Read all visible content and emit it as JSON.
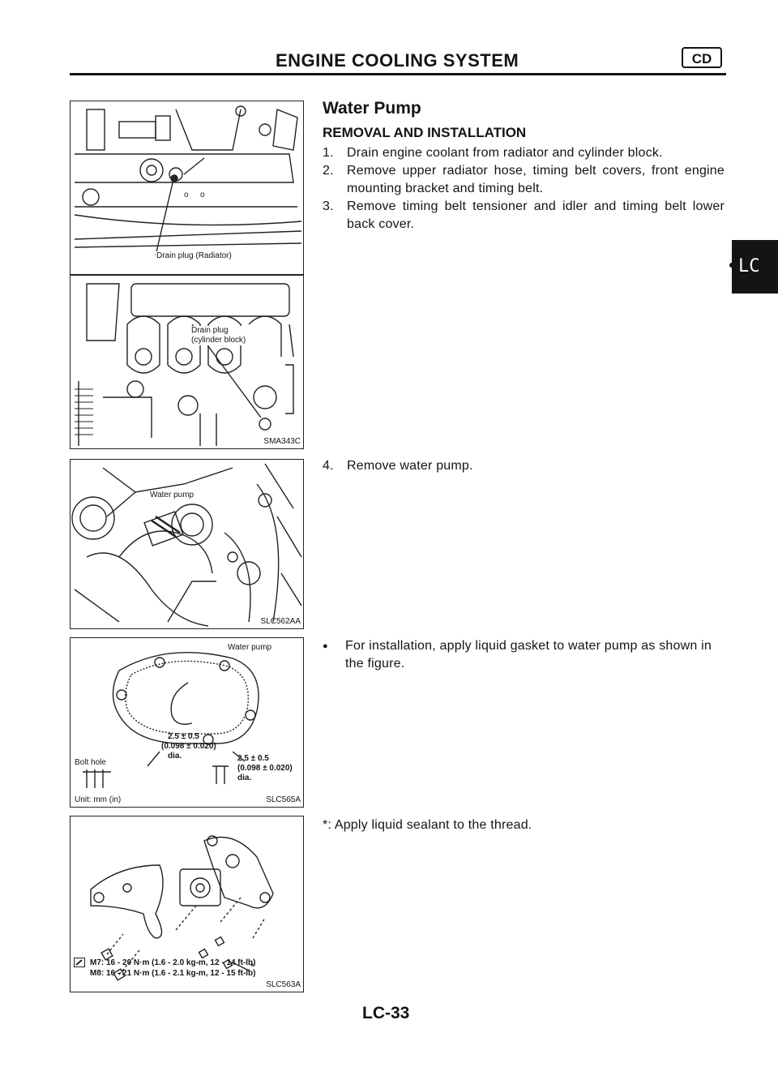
{
  "header": {
    "title": "ENGINE COOLING SYSTEM",
    "badge": "CD",
    "side_tab": "LC"
  },
  "section": {
    "title": "Water Pump",
    "subtitle": "REMOVAL AND INSTALLATION",
    "steps": [
      {
        "num": "1.",
        "text": "Drain engine coolant from radiator and cylinder block."
      },
      {
        "num": "2.",
        "text": "Remove upper radiator hose, timing belt covers, front engine mounting bracket and timing belt."
      },
      {
        "num": "3.",
        "text": "Remove timing belt tensioner and idler and timing belt lower back cover."
      }
    ],
    "step4": {
      "num": "4.",
      "text": "Remove water pump."
    },
    "bullet": {
      "mark": "●",
      "text": "For installation, apply liquid gasket to water pump as shown in the figure."
    },
    "note": "*: Apply liquid sealant to the thread."
  },
  "figures": {
    "fig1": {
      "label": "Drain plug (Radiator)"
    },
    "fig2": {
      "label_line1": "Drain plug",
      "label_line2": "(cylinder block)",
      "code": "SMA343C"
    },
    "fig3": {
      "label": "Water pump",
      "code": "SLC562AA"
    },
    "fig4": {
      "label": "Water pump",
      "dim1_line1": "2.5 ± 0.5",
      "dim1_line2": "(0.098 ± 0.020)",
      "dim1_line3": "dia.",
      "dim2_line1": "2.5 ± 0.5",
      "dim2_line2": "(0.098 ± 0.020)",
      "dim2_line3": "dia.",
      "bolt_hole": "Bolt hole",
      "unit": "Unit: mm (in)",
      "code": "SLC565A"
    },
    "fig5": {
      "torque1": "M7: 16 - 20 N·m (1.6 - 2.0 kg-m, 12 - 14 ft-lb)",
      "torque2": "M8: 16 - 21 N·m (1.6 - 2.1 kg-m, 12 - 15 ft-lb)",
      "star": "*",
      "code": "SLC563A"
    }
  },
  "footer": {
    "page": "LC-33"
  }
}
